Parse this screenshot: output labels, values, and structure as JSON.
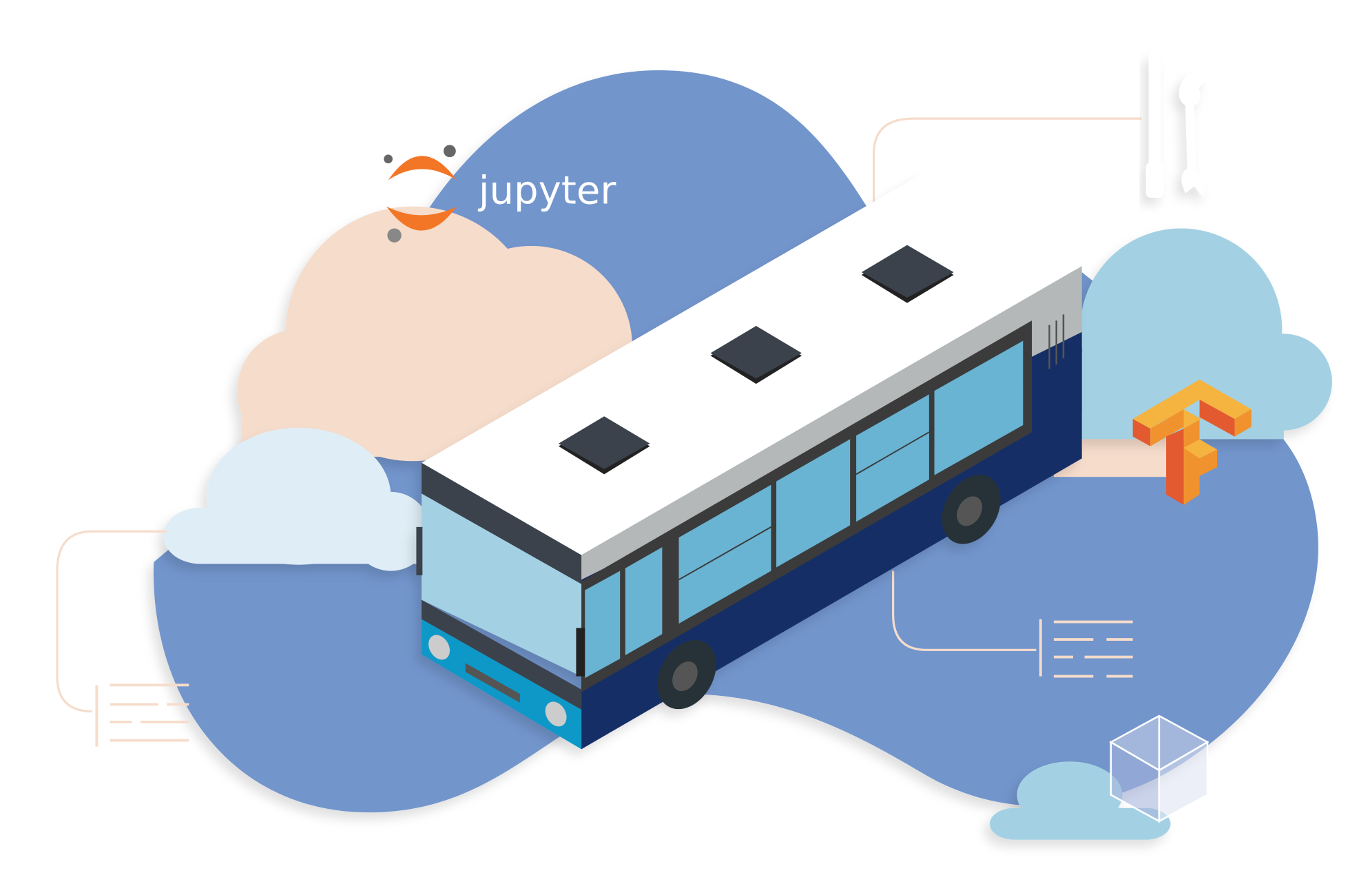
{
  "logo": {
    "text": "jupyter"
  },
  "colors": {
    "blob_blue": "#7295cc",
    "peach": "#f6dccb",
    "light_cloud": "#dfeef6",
    "sky_cloud": "#a3d1e3",
    "bus_navy": "#162e66",
    "bus_window": "#69b3d3",
    "bus_front_glass": "#a3d1e3",
    "bus_dark": "#3b434c",
    "jupyter_orange": "#f37626",
    "tensorflow_orange": "#f0932f",
    "tensorflow_red": "#e35a30",
    "tensorflow_yellow": "#f5b33f"
  },
  "icons": [
    "jupyter-logo",
    "tools-icon",
    "tensorflow-logo",
    "cube-icon",
    "text-lines-icon"
  ]
}
